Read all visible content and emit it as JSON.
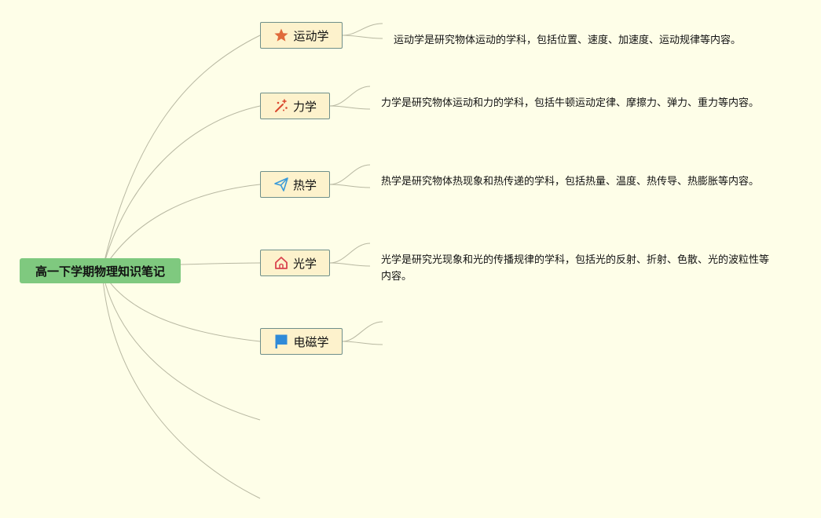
{
  "root": {
    "title": "高一下学期物理知识笔记"
  },
  "topics": [
    {
      "label": "运动学",
      "icon": "star-icon",
      "note": "运动学是研究物体运动的学科，包括位置、速度、加速度、运动规律等内容。"
    },
    {
      "label": "力学",
      "icon": "magic-wand-icon",
      "note": "力学是研究物体运动和力的学科，包括牛顿运动定律、摩擦力、弹力、重力等内容。"
    },
    {
      "label": "热学",
      "icon": "paper-plane-icon",
      "note": "热学是研究物体热现象和热传递的学科，包括热量、温度、热传导、热膨胀等内容。"
    },
    {
      "label": "光学",
      "icon": "home-icon",
      "note": "光学是研究光现象和光的传播规律的学科，包括光的反射、折射、色散、光的波粒性等内容。"
    },
    {
      "label": "电磁学",
      "icon": "flag-icon",
      "note": ""
    }
  ],
  "colors": {
    "background": "#fefee8",
    "root_fill": "#7fc97f",
    "topic_fill": "#fdf2cc",
    "topic_border": "#6f8f8a",
    "connector": "#b8b8a2",
    "star": "#e06a3b",
    "wand": "#d9482f",
    "plane": "#3a9ad9",
    "home": "#d9434e",
    "flag": "#2f8ad8"
  }
}
